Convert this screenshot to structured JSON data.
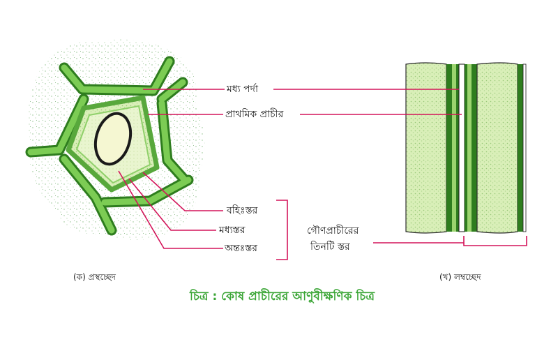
{
  "diagram": {
    "labels": {
      "middle_lamella": "মধ্য পর্দা",
      "primary_wall": "প্রাথমিক প্রাচীর",
      "outer_layer": "বহিঃস্তর",
      "middle_layer": "মধ্যস্তর",
      "inner_layer": "অন্তঃস্তর",
      "secondary_wall_line1": "গৌণপ্রাচীরের",
      "secondary_wall_line2": "তিনটি স্তর"
    },
    "subcaptions": {
      "cross_section": "(ক) প্রস্থচ্ছেদ",
      "longitudinal_section": "(খ) লম্বচ্ছেদ"
    },
    "caption": "চিত্র : কোষ প্রাচীরের আণুবীক্ষণিক চিত্র",
    "colors": {
      "wall_green": "#6cc04a",
      "wall_dark": "#2e7d1e",
      "cell_fill": "#d7efb4",
      "cytoplasm": "#e6f4c6",
      "nucleus": "#f5f7d2",
      "leader_red": "#d4145a",
      "bracket_red": "#d4145a",
      "caption_green": "#3aa535",
      "speckle": "#7fb77a"
    }
  }
}
